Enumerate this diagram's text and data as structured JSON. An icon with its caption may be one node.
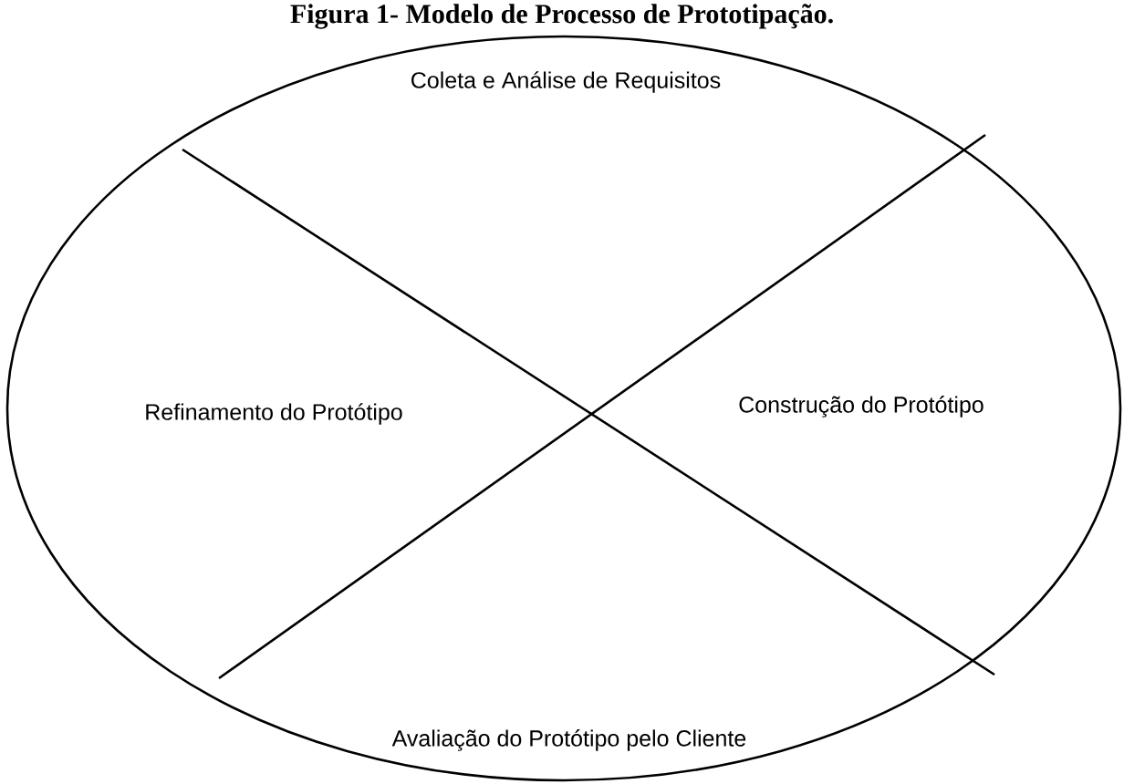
{
  "diagram": {
    "title": "Figura 1- Modelo de Processo de Prototipação.",
    "nodes": [
      {
        "text": [
          "Coleta e Análise de Requisitos"
        ]
      },
      {
        "text": [
          "Refinamento do Protótipo"
        ]
      },
      {
        "text": [
          "Construção do Protótipo"
        ]
      },
      {
        "text": [
          "Avaliação do Protótipo pelo Cliente"
        ]
      }
    ]
  }
}
